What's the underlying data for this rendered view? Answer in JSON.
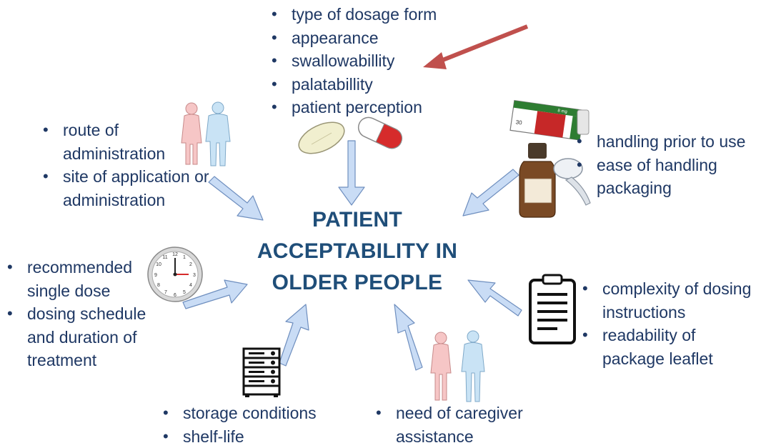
{
  "center_title": [
    "PATIENT",
    "ACCEPTABILITY IN",
    "OLDER PEOPLE"
  ],
  "groups": {
    "top": [
      "type of dosage form",
      "appearance",
      "swallowabillity",
      "palatabillity",
      "patient perception"
    ],
    "top_left": [
      "route of administration",
      "site of application or administration"
    ],
    "top_right": [
      "handling prior to use",
      "ease of handling packaging"
    ],
    "left": [
      "recommended single dose",
      "dosing schedule and duration of treatment"
    ],
    "right": [
      "complexity of dosing instructions",
      "readability of package leaflet"
    ],
    "bottom_left": [
      "storage conditions",
      "shelf-life"
    ],
    "bottom_right": [
      "need of caregiver assistance"
    ]
  },
  "illustrations": {
    "medicine_box_label": "30",
    "medicine_box_dose": "8 mg",
    "clock_numbers": [
      "12",
      "1",
      "2",
      "3",
      "4",
      "5",
      "6",
      "7",
      "8",
      "9",
      "10",
      "11"
    ]
  },
  "colors": {
    "title": "#1f4e79",
    "text": "#1f3864",
    "arrow_fill": "#c9dcf5",
    "arrow_stroke": "#6f8fbf",
    "highlight_arrow": "#c0504d"
  }
}
